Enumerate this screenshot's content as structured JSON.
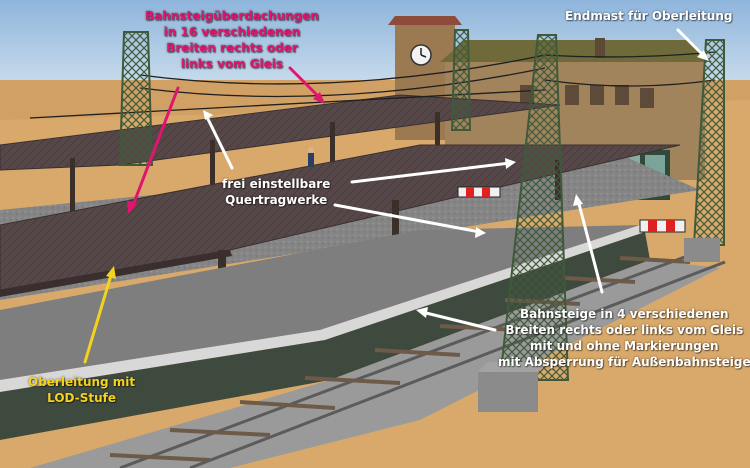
{
  "colors": {
    "sky": "#a9c6e2",
    "sand": "#d8a86a",
    "roof": "#5a4c4c",
    "gravel": "#8a8a8a",
    "mast": "#3f5a3a",
    "text_pink": "#e0156e",
    "text_white": "#ffffff",
    "text_yellow": "#f5d21e"
  },
  "annotations": {
    "canopy": {
      "color": "#e0156e",
      "lines": [
        "Bahnsteigüberdachungen",
        "in 16 verschiedenen",
        "Breiten rechts oder",
        "links vom Gleis"
      ]
    },
    "end_mast": {
      "color": "#ffffff",
      "lines": [
        "Endmast für Oberleitung"
      ]
    },
    "cross_supports": {
      "color": "#ffffff",
      "lines": [
        "frei einstellbare",
        "Quertragwerke"
      ]
    },
    "platforms": {
      "color": "#ffffff",
      "lines": [
        "Bahnsteige in 4 verschiedenen",
        "Breiten rechts oder links vom Gleis",
        "mit und ohne Markierungen",
        "mit Absperrung für Außenbahnsteige"
      ]
    },
    "catenary": {
      "color": "#f5d21e",
      "lines": [
        "Oberleitung mit",
        "LOD-Stufe"
      ]
    }
  },
  "icons": {
    "clock": "clock-icon",
    "barrier": "barrier-icon"
  }
}
